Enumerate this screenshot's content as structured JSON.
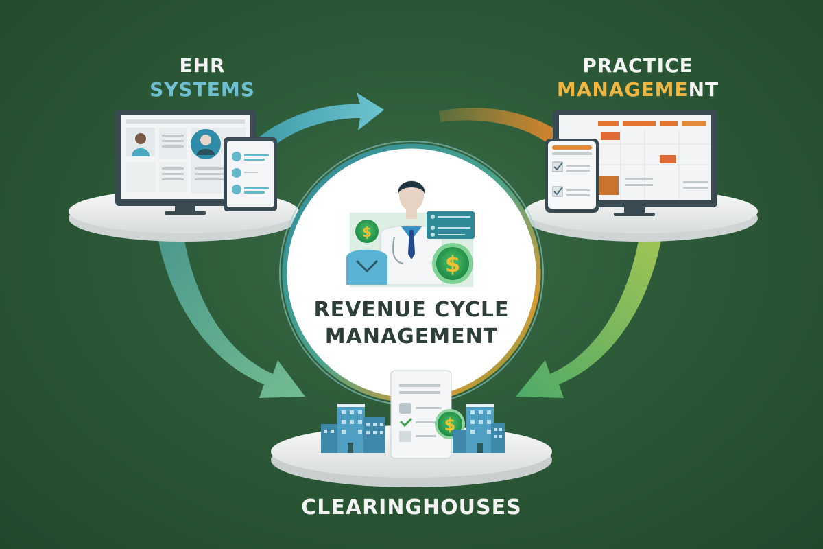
{
  "diagram": {
    "title": "Revenue Cycle Management",
    "center": {
      "line1": "REVENUE CYCLE",
      "line2": "MANAGEMENT",
      "icons": [
        "doctor-icon",
        "dollar-coin-icon",
        "patient-icon",
        "checklist-panel-icon"
      ]
    },
    "nodes": {
      "ehr": {
        "line1": "EHR",
        "line2": "SYSTEMS",
        "icons": [
          "monitor-icon",
          "tablet-icon",
          "profile-avatar-icon"
        ]
      },
      "practice": {
        "line1": "PRACTICE",
        "line2_highlight": "MANAGEME",
        "line2_rest": "NT",
        "icons": [
          "monitor-icon",
          "calendar-grid-icon",
          "checklist-tablet-icon"
        ]
      },
      "clearinghouses": {
        "label": "CLEARINGHOUSES",
        "icons": [
          "building-icon",
          "claim-document-icon",
          "dollar-coin-icon"
        ]
      }
    },
    "arrows": [
      {
        "from": "ehr",
        "to": "practice",
        "color": "#4fb0ba"
      },
      {
        "from": "practice",
        "to": "clearinghouses",
        "color": "#8fc04a"
      },
      {
        "from": "ehr",
        "to": "clearinghouses",
        "color": "#5cb88a"
      },
      {
        "from": "practice",
        "to": "center",
        "color": "#e08a2a"
      }
    ],
    "colors": {
      "background": "#2c5a38",
      "teal": "#6fc0d2",
      "gold": "#f0b640",
      "orange": "#e2742f",
      "center_text": "#2e3e38"
    }
  }
}
